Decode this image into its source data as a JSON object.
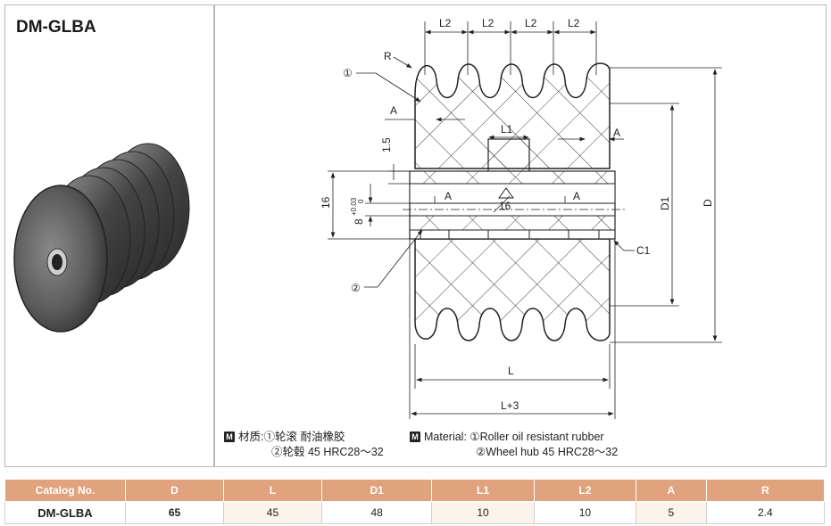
{
  "product": {
    "title": "DM-GLBA"
  },
  "drawing": {
    "labels": {
      "l2": "L2",
      "r": "R",
      "callout1": "①",
      "callout2": "②",
      "a": "A",
      "l1": "L1",
      "d1": "D1",
      "d": "D",
      "c1": "C1",
      "l": "L",
      "l_plus_3": "L+3",
      "dim_1_5": "1.5",
      "dim_16": "16",
      "dim_8": "8",
      "tol_plus": "+0.03",
      "tol_zero": "0",
      "thread_16": "16"
    }
  },
  "material": {
    "cn_label": "材质:",
    "cn_line1": "①轮滚 耐油橡胶",
    "cn_line2": "②轮毂 45 HRC28～32",
    "en_label": "Material: ",
    "en_line1": "①Roller oil resistant rubber",
    "en_line2": "②Wheel hub 45 HRC28～32",
    "badge": "M"
  },
  "table": {
    "headers": [
      "Catalog No.",
      "D",
      "L",
      "D1",
      "L1",
      "L2",
      "A",
      "R"
    ],
    "rows": [
      [
        "DM-GLBA",
        "65",
        "45",
        "48",
        "10",
        "10",
        "5",
        "2.4"
      ]
    ]
  }
}
